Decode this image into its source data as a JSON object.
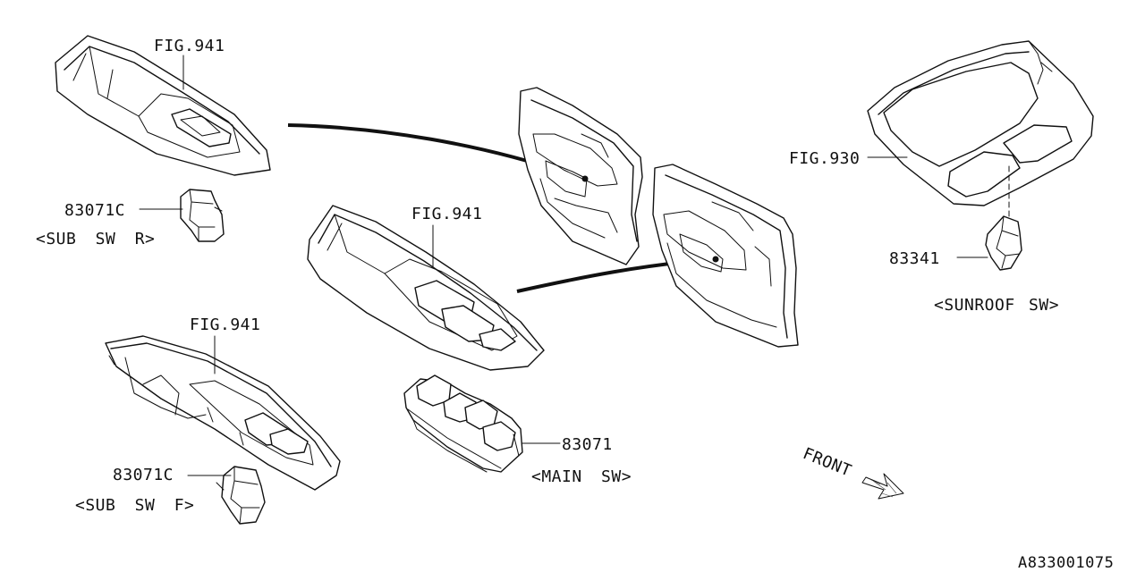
{
  "diagram": {
    "labels": {
      "fig941_top": "FIG.941",
      "fig941_mid": "FIG.941",
      "fig941_bot": "FIG.941",
      "fig930": "FIG.930",
      "part_83071c_r": "83071C",
      "sub_sw_r": "<SUB SW R>",
      "part_83071c_f": "83071C",
      "sub_sw_f": "<SUB SW F>",
      "part_83071": "83071",
      "main_sw": "<MAIN SW>",
      "part_83341": "83341",
      "sunroof_sw": "<SUNROOF SW>",
      "front": "FRONT",
      "drawing_id": "A833001075"
    }
  }
}
